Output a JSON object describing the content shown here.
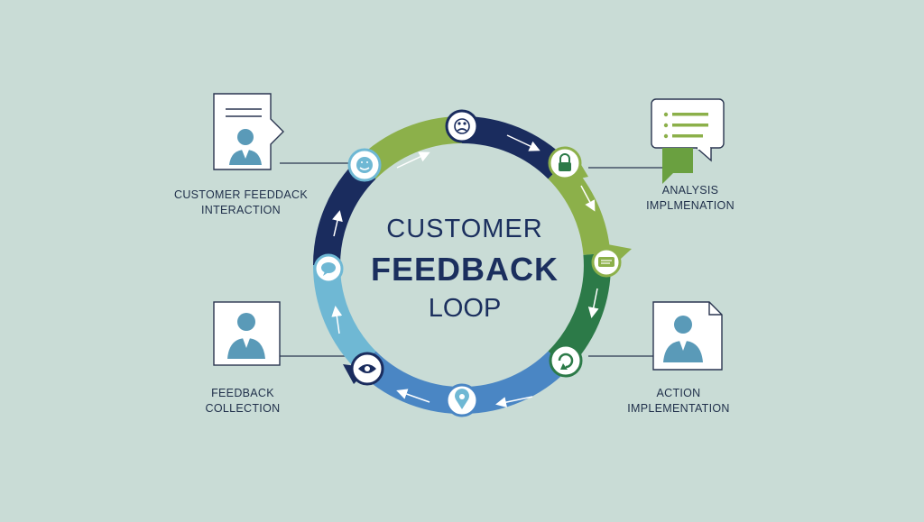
{
  "diagram": {
    "title_line1": "CUSTOMER",
    "title_line2": "FEEDBACK",
    "title_line3": "LOOP",
    "labels": {
      "top_left": [
        "CUSTOMER FEEDDACK",
        "INTERACTION"
      ],
      "top_right": [
        "ANALYSIS",
        "IMPLMENATION"
      ],
      "bottom_left": [
        "FEEDBACK",
        "COLLECTION"
      ],
      "bottom_right": [
        "ACTION",
        "IMPLEMENTATION"
      ]
    },
    "colors": {
      "background": "#c9dcd6",
      "navy": "#1a2c5e",
      "light_green": "#8cb04a",
      "dark_green": "#2c7a48",
      "light_blue": "#6fb8d4",
      "mid_blue": "#4a86c4",
      "card_border": "#2a3550",
      "person": "#5a9ab8"
    },
    "icons": [
      "sad-face-icon",
      "lock-icon",
      "chat-icon",
      "refresh-icon",
      "location-pin-icon",
      "eye-icon",
      "chat-bubble-icon",
      "smile-face-icon"
    ]
  }
}
